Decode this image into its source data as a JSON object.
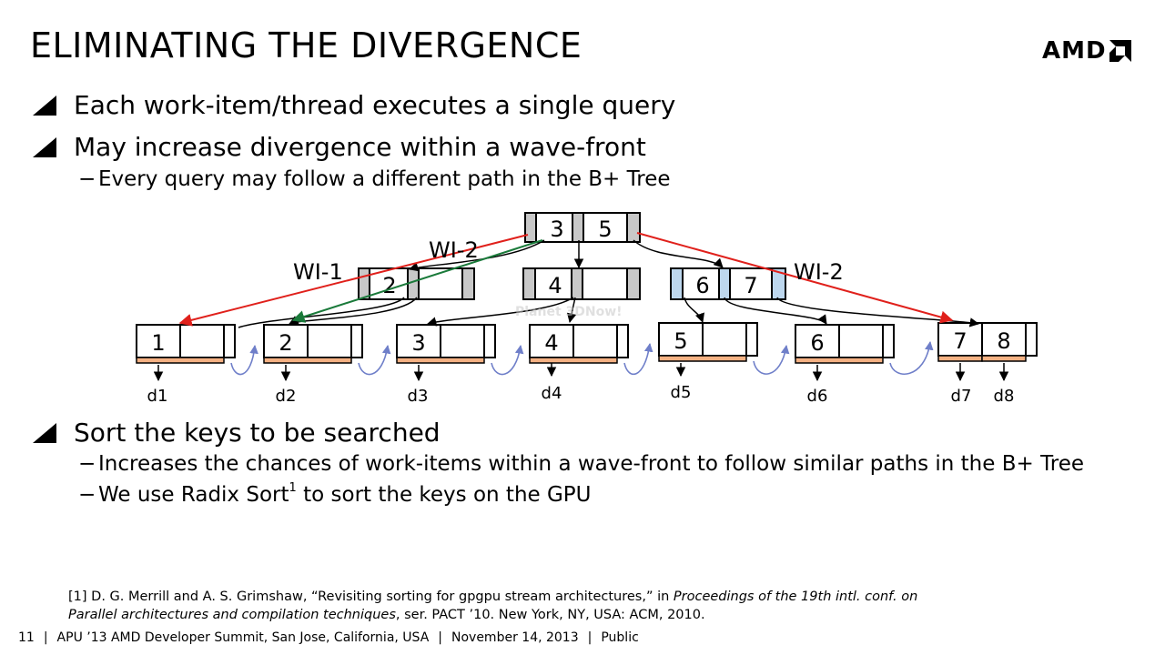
{
  "slide": {
    "title": "ELIMINATING THE DIVERGENCE",
    "logo_text": "AMD",
    "bullets": [
      {
        "text": "Each work-item/thread executes a single query"
      },
      {
        "text": "May increase divergence within a wave-front",
        "sub": [
          "Every query may follow a different path in the B+ Tree"
        ]
      },
      {
        "text": "Sort the keys to be searched",
        "sub": [
          "Increases the chances of work-items within a wave-front to follow similar paths in the B+ Tree",
          "We use Radix Sort",
          "1",
          " to sort the keys on the GPU"
        ]
      }
    ],
    "reference": {
      "line1_pre": "[1] D. G. Merrill and A. S. Grimshaw, “Revisiting sorting for gpgpu stream architectures,” in ",
      "line1_italic": "Proceedings of the 19th intl. conf. on",
      "line2_italic": "Parallel architectures and compilation techniques",
      "line2_post": ", ser. PACT ’10. New York, NY, USA: ACM, 2010."
    },
    "footer": {
      "page": "11",
      "event": "APU ’13 AMD Developer Summit, San Jose, California, USA",
      "date": "November 14, 2013",
      "label": "Public"
    }
  },
  "diagram": {
    "root_keys": [
      "3",
      "5"
    ],
    "mid_keys": [
      [
        "2"
      ],
      [
        "4"
      ],
      [
        "6",
        "7"
      ]
    ],
    "leaf_keys": [
      [
        "1"
      ],
      [
        "2"
      ],
      [
        "3"
      ],
      [
        "4"
      ],
      [
        "5"
      ],
      [
        "6"
      ],
      [
        "7",
        "8"
      ]
    ],
    "data_labels": [
      "d1",
      "d2",
      "d3",
      "d4",
      "d5",
      "d6",
      "d7",
      "d8"
    ],
    "wi_labels": [
      "WI-1",
      "WI-2",
      "WI-2"
    ],
    "watermark": "Planet 3DNow!",
    "colors": {
      "red_path": "#e0201b",
      "green_path": "#1a7a3a",
      "leaf_link": "#6f7fc9",
      "data_bar": "#f4b183",
      "gray_slot": "#c8c8c8",
      "blue_slot": "#bdd7ee"
    }
  }
}
